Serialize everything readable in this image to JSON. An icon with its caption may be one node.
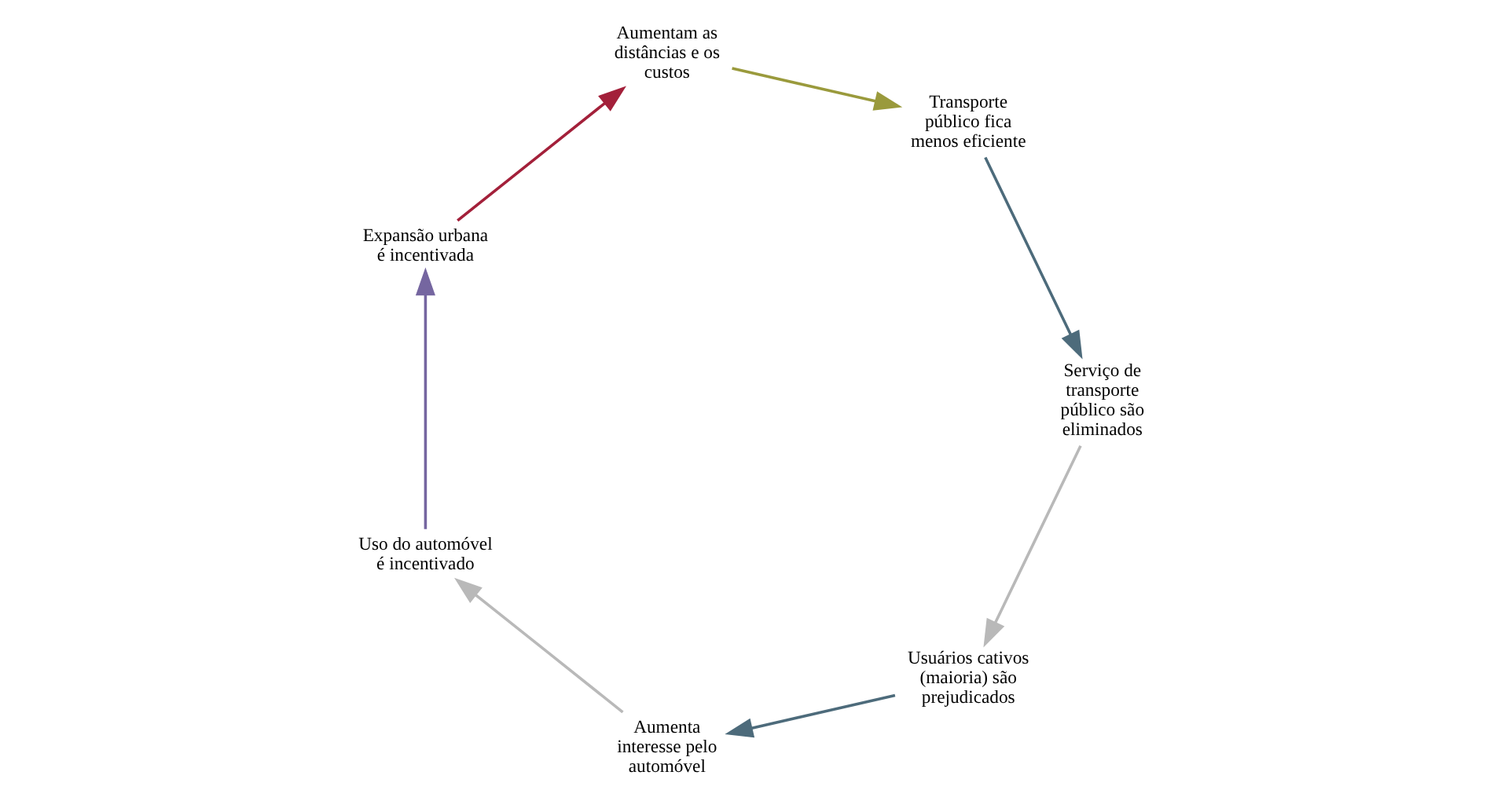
{
  "diagram": {
    "nodes": [
      {
        "text": [
          "Usuários cativos (maioria) são prejudicados"
        ]
      },
      {
        "text": [
          "Aumenta interesse pelo automóvel"
        ]
      },
      {
        "text": [
          "Uso do automóvel é incentivado"
        ]
      },
      {
        "text": [
          "Expansão urbana é incentivada"
        ]
      },
      {
        "text": [
          "Aumentam as distâncias e os custos"
        ]
      },
      {
        "text": [
          "Transporte público fica menos eficiente"
        ]
      },
      {
        "text": [
          "Serviço de transporte público são eliminados"
        ]
      }
    ],
    "edges": [
      {
        "from": 0,
        "to": 1,
        "arrow": "to",
        "color": "#4d6b7b"
      },
      {
        "from": 1,
        "to": 2,
        "arrow": "to",
        "color": "#b9b9b9"
      },
      {
        "from": 2,
        "to": 3,
        "arrow": "to",
        "color": "#7566a0"
      },
      {
        "from": 3,
        "to": 4,
        "arrow": "to",
        "color": "#a3203a"
      },
      {
        "from": 4,
        "to": 5,
        "arrow": "to",
        "color": "#9a9a3c"
      },
      {
        "from": 5,
        "to": 6,
        "arrow": "to",
        "color": "#4d6b7b"
      },
      {
        "from": 6,
        "to": 0,
        "arrow": "to",
        "color": "#b9b9b9"
      }
    ]
  }
}
